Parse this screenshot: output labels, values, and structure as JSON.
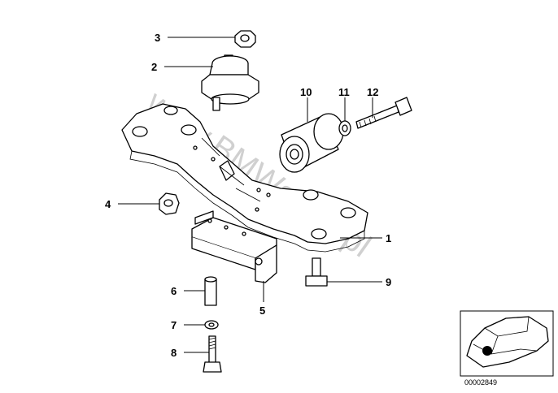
{
  "watermark": "www.BMWstore.pl",
  "callouts": [
    "1",
    "2",
    "3",
    "4",
    "5",
    "6",
    "7",
    "8",
    "9",
    "10",
    "11",
    "12"
  ],
  "thumbnail": {
    "code": "00002849"
  }
}
